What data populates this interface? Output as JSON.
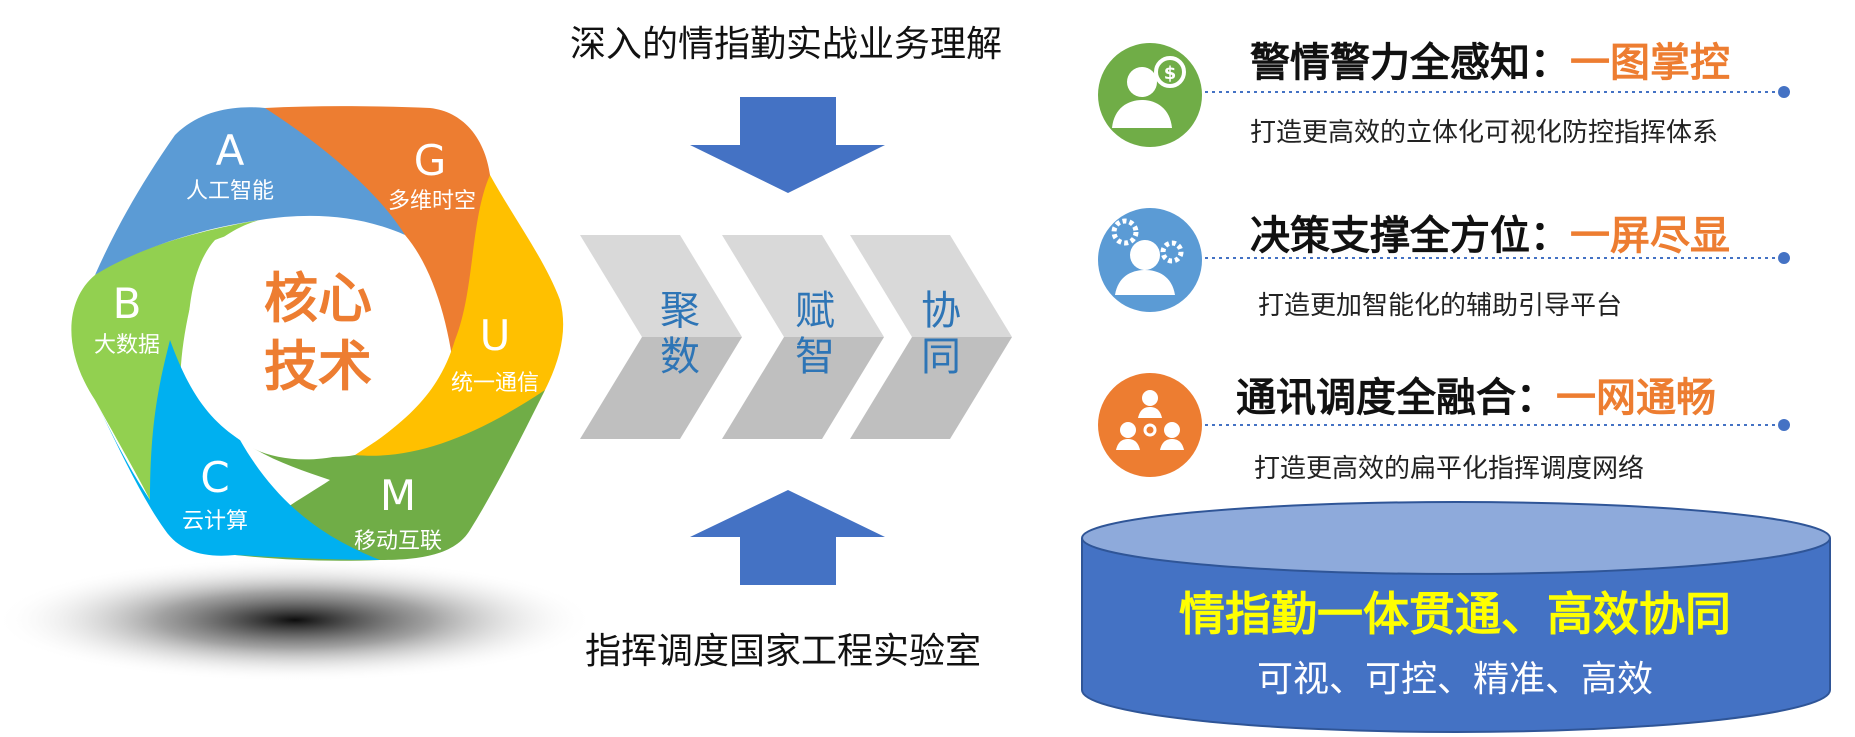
{
  "core": {
    "center_line1": "核心",
    "center_line2": "技术",
    "segments": [
      {
        "letter": "A",
        "label": "人工智能",
        "color": "#5b9bd5"
      },
      {
        "letter": "G",
        "label": "多维时空",
        "color": "#ed7d31"
      },
      {
        "letter": "U",
        "label": "统一通信",
        "color": "#ffc000"
      },
      {
        "letter": "M",
        "label": "移动互联",
        "color": "#70ad47"
      },
      {
        "letter": "C",
        "label": "云计算",
        "color": "#00b0f0"
      },
      {
        "letter": "B",
        "label": "大数据",
        "color": "#92d050"
      }
    ]
  },
  "center": {
    "top_text": "深入的情指勤实战业务理解",
    "bottom_text": "指挥调度国家工程实验室",
    "chevrons": [
      "聚数",
      "赋智",
      "协同"
    ],
    "arrow_color": "#4472c4",
    "text_color": "#2e75b6"
  },
  "features": [
    {
      "title": "警情警力全感知：",
      "highlight": "一图掌控",
      "desc": "打造更高效的立体化可视化防控指挥体系",
      "icon": "person-money-icon",
      "color": "#70ad47"
    },
    {
      "title": "决策支撑全方位：",
      "highlight": "一屏尽显",
      "desc": "打造更加智能化的辅助引导平台",
      "icon": "person-gears-icon",
      "color": "#5b9bd5"
    },
    {
      "title": "通讯调度全融合：",
      "highlight": "一网通畅",
      "desc": "打造更高效的扁平化指挥调度网络",
      "icon": "people-network-icon",
      "color": "#ed7d31"
    }
  ],
  "base": {
    "title": "情指勤一体贯通、高效协同",
    "subtitle": "可视、可控、精准、高效",
    "title_color": "#ffff00",
    "fill": "#4472c4"
  }
}
